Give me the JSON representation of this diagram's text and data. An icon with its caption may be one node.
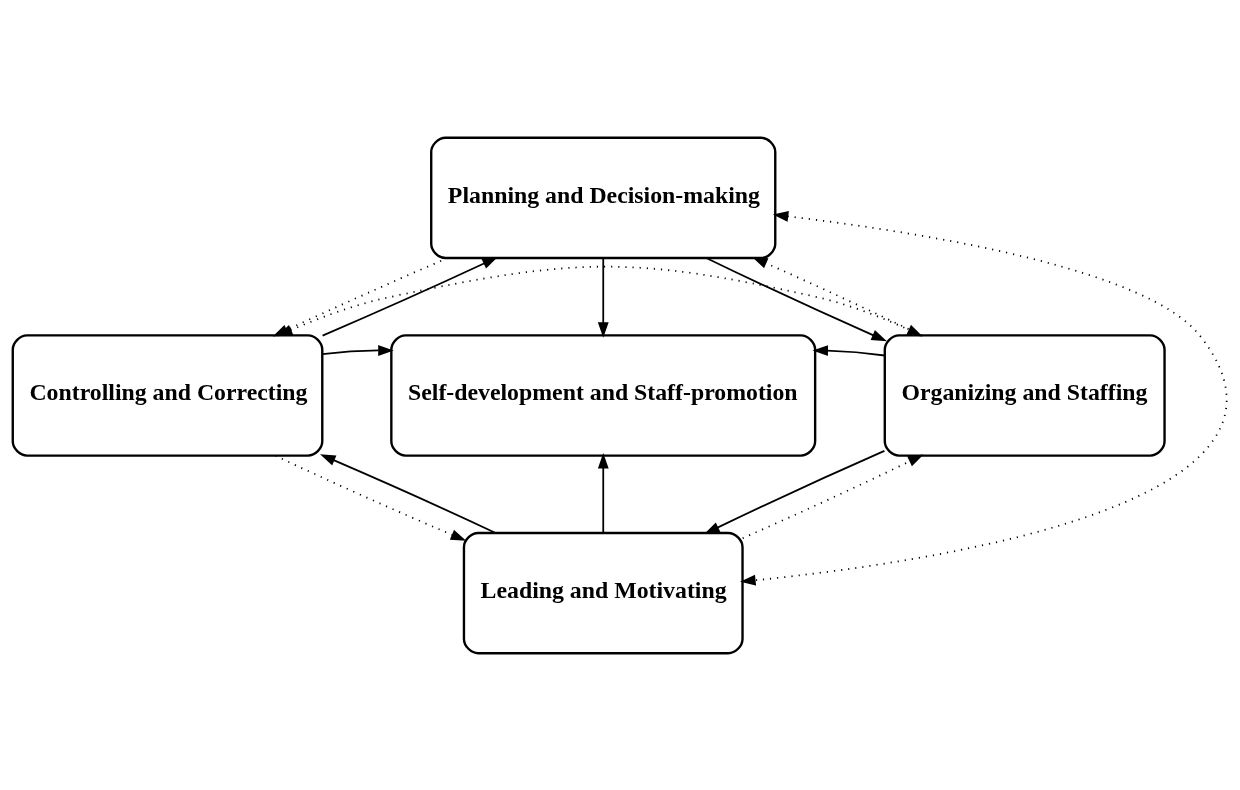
{
  "diagram": {
    "nodes": [
      {
        "text": [
          "Planning and Decision-making"
        ]
      },
      {
        "text": [
          "Controlling and Correcting"
        ]
      },
      {
        "text": [
          "Self-development and Staff-promotion"
        ]
      },
      {
        "text": [
          "Organizing and Staffing"
        ]
      },
      {
        "text": [
          "Leading and Motivating"
        ]
      }
    ],
    "edges": [
      {
        "from": 1,
        "to": 0,
        "arrow": "to"
      },
      {
        "from": 0,
        "to": 1,
        "arrow": "to",
        "style": "dashed"
      },
      {
        "from": 0,
        "to": 3,
        "arrow": "to"
      },
      {
        "from": 3,
        "to": 0,
        "arrow": "to",
        "style": "dashed"
      },
      {
        "from": 3,
        "to": 4,
        "arrow": "to"
      },
      {
        "from": 4,
        "to": 3,
        "arrow": "to",
        "style": "dashed"
      },
      {
        "from": 4,
        "to": 1,
        "arrow": "to"
      },
      {
        "from": 1,
        "to": 4,
        "arrow": "to",
        "style": "dashed"
      },
      {
        "from": 0,
        "to": 2,
        "arrow": "to"
      },
      {
        "from": 1,
        "to": 2,
        "arrow": "to"
      },
      {
        "from": 3,
        "to": 2,
        "arrow": "to"
      },
      {
        "from": 4,
        "to": 2,
        "arrow": "to"
      },
      {
        "from": 1,
        "to": 3,
        "arrow": "both",
        "style": "dashed"
      },
      {
        "from": 0,
        "to": 4,
        "arrow": "both",
        "style": "dashed"
      }
    ]
  }
}
